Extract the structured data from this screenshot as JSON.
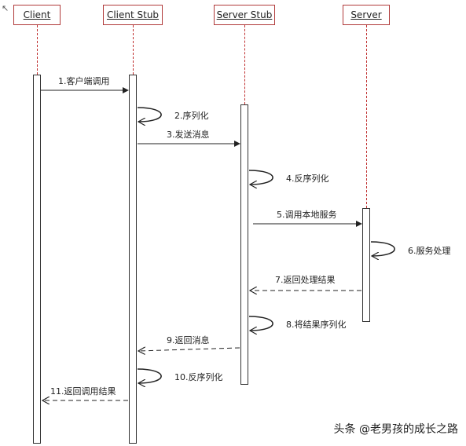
{
  "lifelines": [
    {
      "id": "client",
      "label": "Client"
    },
    {
      "id": "client_stub",
      "label": "Client Stub"
    },
    {
      "id": "server_stub",
      "label": "Server Stub"
    },
    {
      "id": "server",
      "label": "Server"
    }
  ],
  "messages": [
    {
      "label": "1.客户端调用"
    },
    {
      "label": "2.序列化"
    },
    {
      "label": "3.发送消息"
    },
    {
      "label": "4.反序列化"
    },
    {
      "label": "5.调用本地服务"
    },
    {
      "label": "6.服务处理"
    },
    {
      "label": "7.返回处理结果"
    },
    {
      "label": "8.将结果序列化"
    },
    {
      "label": "9.返回消息"
    },
    {
      "label": "10.反序列化"
    },
    {
      "label": "11.返回调用结果"
    }
  ],
  "watermark": "头条 @老男孩的成长之路",
  "colors": {
    "lifeline_border": "#b03a3a",
    "dash": "#c03030",
    "arrow": "#222222"
  }
}
